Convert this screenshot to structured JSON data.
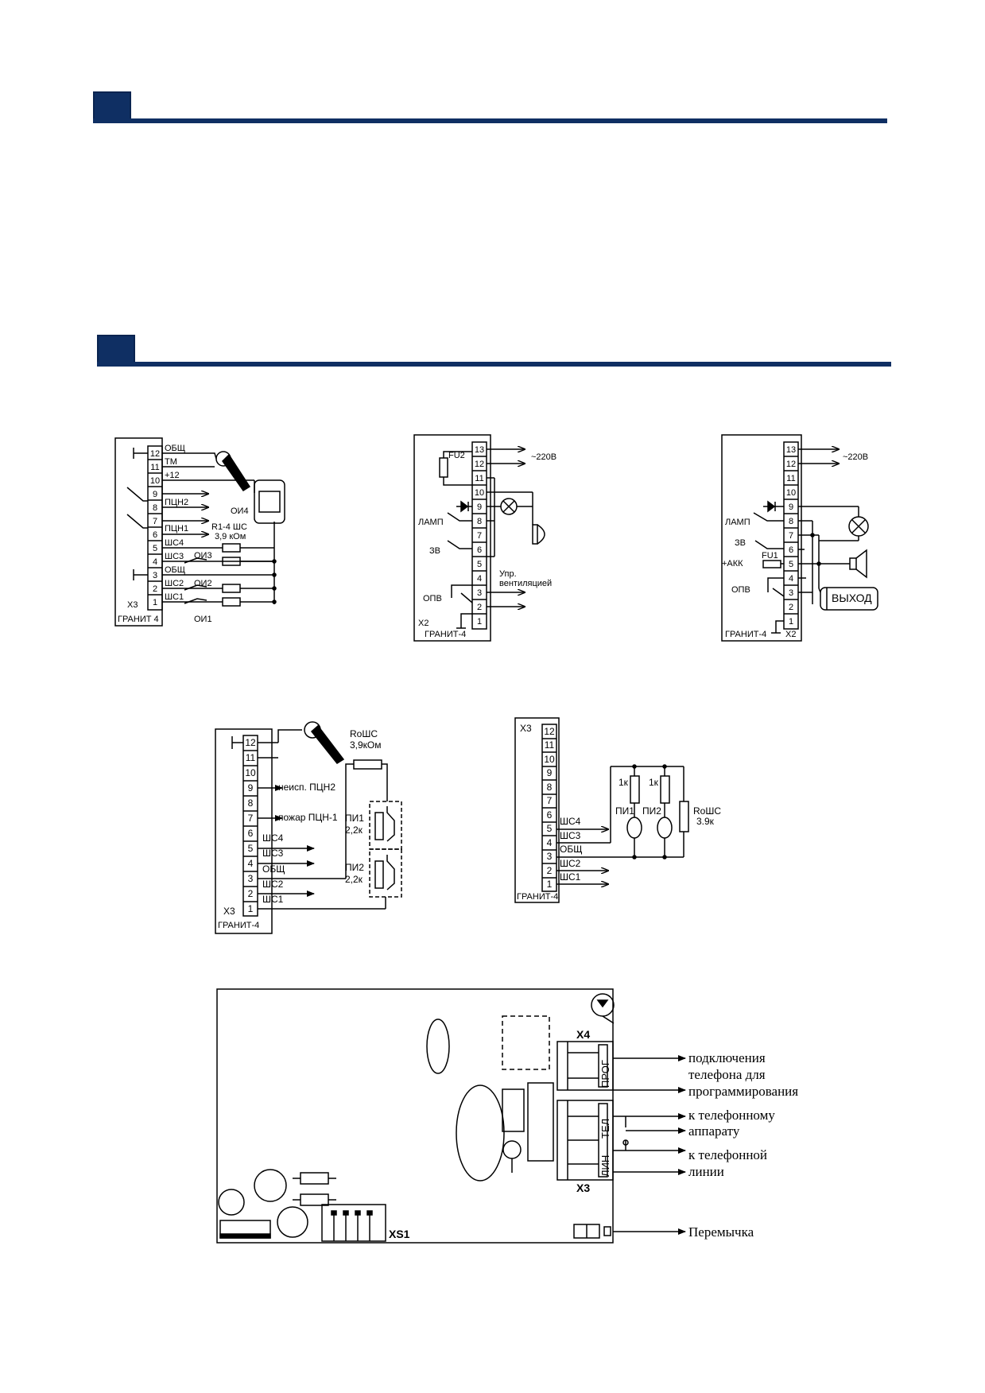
{
  "colors": {
    "header_blue": "#0f2f63",
    "ink": "#000000"
  },
  "d1": {
    "terms": [
      "12",
      "11",
      "10",
      "9",
      "8",
      "7",
      "6",
      "5",
      "4",
      "3",
      "2",
      "1"
    ],
    "sigs": [
      "ОБЩ",
      "ТМ",
      "+12",
      "ПЦН2",
      "",
      "ПЦН1",
      "ШС4",
      "ШС3",
      "ОБЩ",
      "ШС2",
      "ШС1",
      ""
    ],
    "detector_label": "ОИ4",
    "res_label1": "R1-4 ШС",
    "res_label2": "3,9 кОм",
    "oi3": "ОИ3",
    "oi2": "ОИ2",
    "oi1": "ОИ1",
    "connector": "Х3",
    "device": "ГРАНИТ 4"
  },
  "d2": {
    "terms": [
      "13",
      "12",
      "11",
      "10",
      "9",
      "8",
      "7",
      "6",
      "5",
      "4",
      "3",
      "2",
      "1"
    ],
    "fuse": "FU2",
    "mains": "~220В",
    "lamp": "ЛАМП",
    "zv": "ЗВ",
    "opv": "ОПВ",
    "vent1": "Упр.",
    "vent2": "вентиляцией",
    "connector": "Х2",
    "device": "ГРАНИТ-4"
  },
  "d3": {
    "terms": [
      "13",
      "12",
      "11",
      "10",
      "9",
      "8",
      "7",
      "6",
      "5",
      "4",
      "3",
      "2",
      "1"
    ],
    "mains": "~220В",
    "lamp": "ЛАМП",
    "zv": "ЗВ",
    "fuse": "FU1",
    "akk": "+АКК",
    "opv": "ОПВ",
    "out": "ВЫХОД",
    "device": "ГРАНИТ-4",
    "connector": "Х2"
  },
  "d4": {
    "terms": [
      "12",
      "11",
      "10",
      "9",
      "8",
      "7",
      "6",
      "5",
      "4",
      "3",
      "2",
      "1"
    ],
    "rosh1": "RoШС",
    "rosh2": "3,9кОм",
    "l9": "неисп. ПЦН2",
    "l7": "пожар ПЦН-1",
    "sigs": [
      "ШС4",
      "ШС3",
      "ОБЩ",
      "ШС2",
      "ШС1"
    ],
    "pi1": "ПИ1",
    "pi1v": "2,2к",
    "pi2": "ПИ2",
    "pi2v": "2,2к",
    "connector": "Х3",
    "device": "ГРАНИТ-4"
  },
  "d5": {
    "terms": [
      "12",
      "11",
      "10",
      "9",
      "8",
      "7",
      "6",
      "5",
      "4",
      "3",
      "2",
      "1"
    ],
    "sigs": [
      "ШС4",
      "ШС3",
      "ОБЩ",
      "ШС2",
      "ШС1"
    ],
    "r1": "1к",
    "r2": "1к",
    "pi1": "ПИ1",
    "pi2": "ПИ2",
    "rosh1": "RoШС",
    "rosh2": "3.9к",
    "connector": "Х3",
    "device": "ГРАНИТ-4"
  },
  "board": {
    "x4": "Х4",
    "x3": "Х3",
    "xs1": "XS1",
    "prog": "ПРОГ",
    "tel": "ТЕЛ",
    "lin": "ЛИН",
    "note1": [
      "подключения",
      "телефона для",
      "программирования"
    ],
    "note2": [
      "к телефонному",
      "аппарату"
    ],
    "note3": [
      "к телефонной",
      "линии"
    ],
    "note4": "Перемычка"
  }
}
